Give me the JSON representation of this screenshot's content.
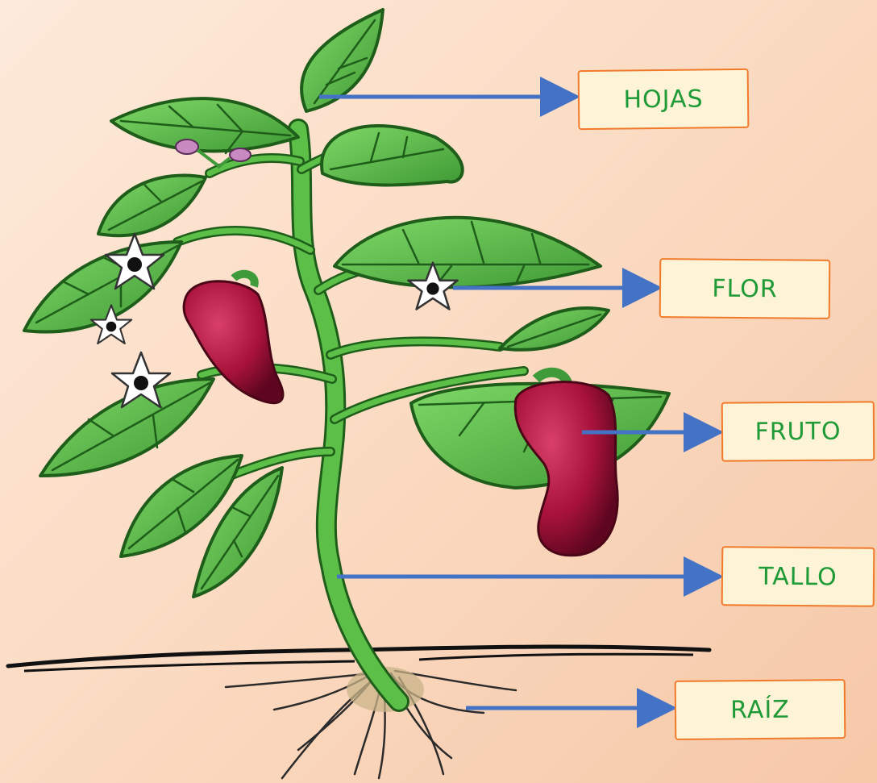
{
  "labels": {
    "hojas": "HOJAS",
    "flor": "FLOR",
    "fruto": "FRUTO",
    "tallo": "TALLO",
    "raiz": "RAÍZ"
  },
  "colors": {
    "arrow": "#4472c4",
    "label_text": "#1e9a36",
    "label_border": "#f07a2a",
    "label_fill": "#fdf3d6",
    "leaf": "#5cc24a",
    "leaf_dark": "#1f5e1a",
    "stem": "#3f9a3a",
    "pepper": "#a8123a",
    "flower": "#ffffff"
  }
}
